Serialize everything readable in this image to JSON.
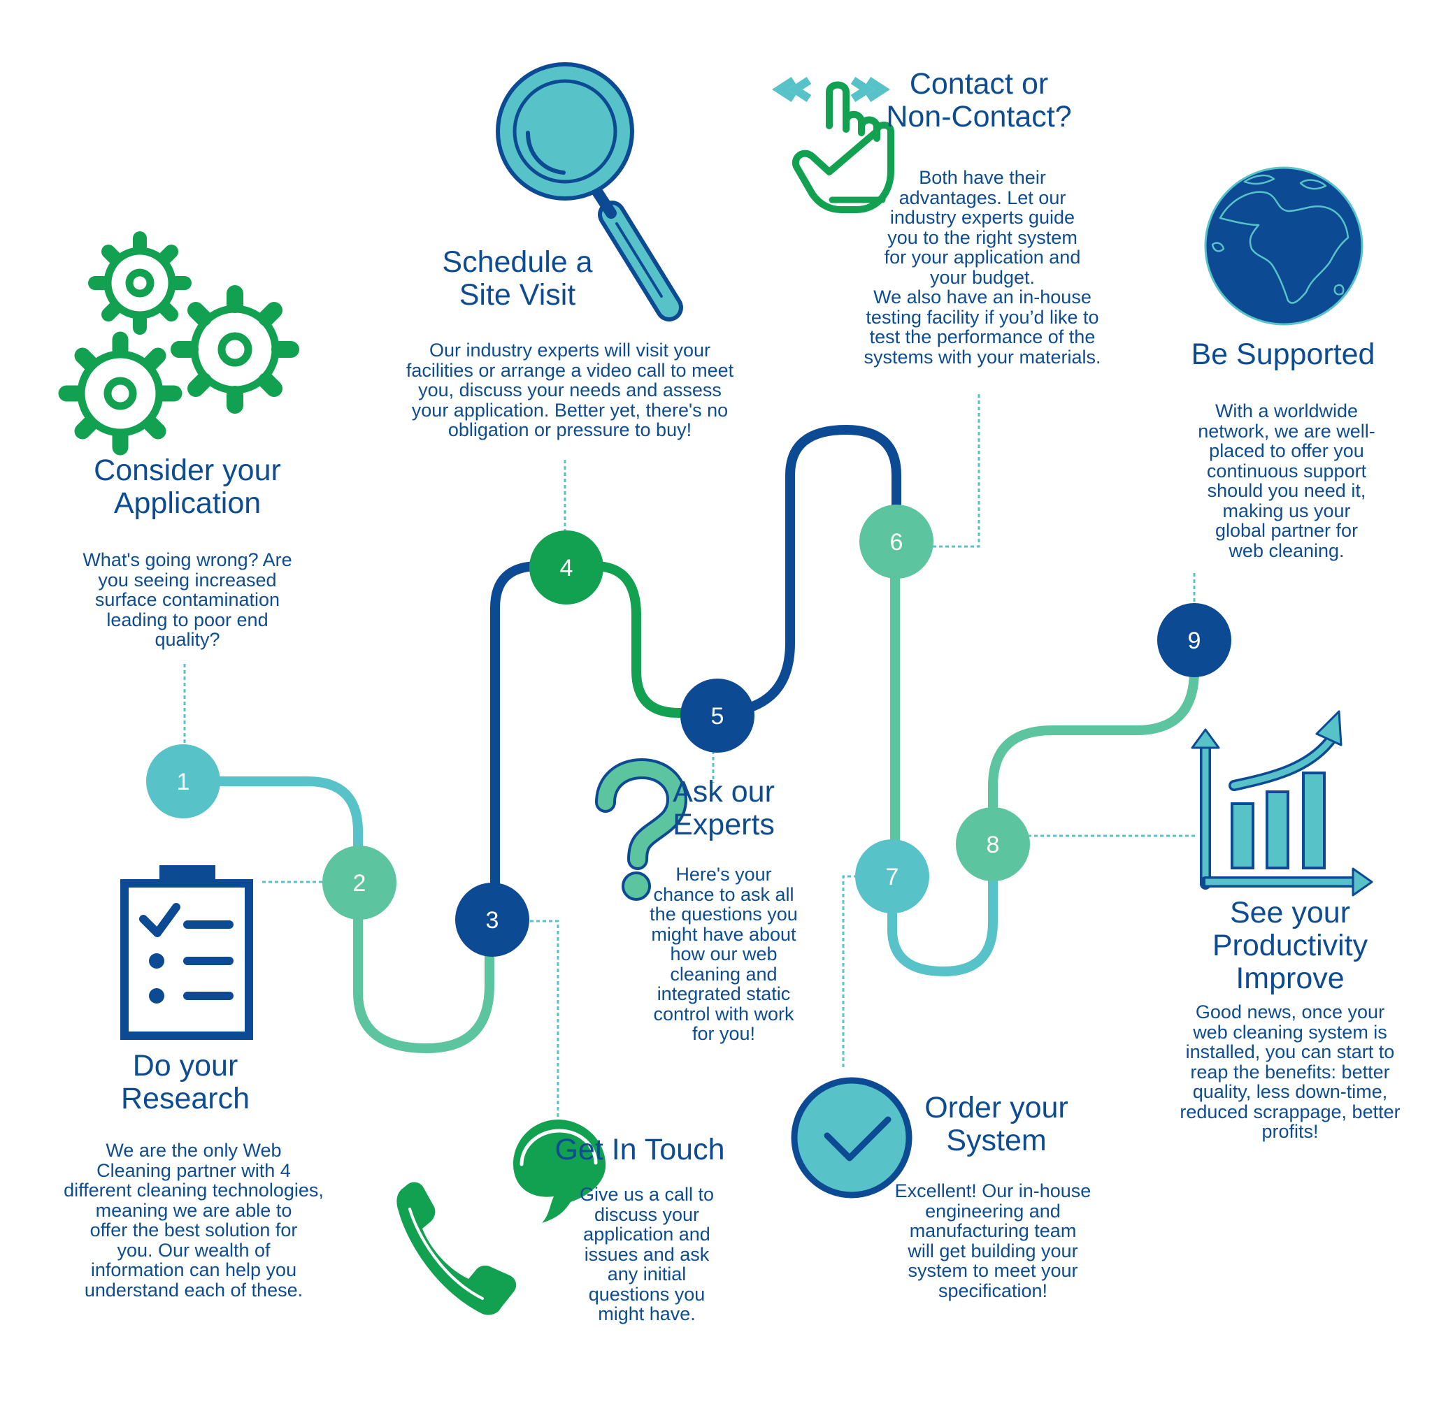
{
  "colors": {
    "navy": "#0e4c92",
    "teal": "#57c2c8",
    "green": "#12a150",
    "mint": "#5cc49e",
    "dark_blue": "#0d4a94"
  },
  "steps": [
    {
      "number": "1",
      "title_lines": [
        "Consider your",
        "Application"
      ],
      "body_lines": [
        "What's going wrong? Are",
        "you seeing increased",
        "surface contamination",
        "leading to poor end",
        "quality?"
      ],
      "icon": "gears-icon"
    },
    {
      "number": "2",
      "title_lines": [
        "Do your",
        "Research"
      ],
      "body_lines": [
        "We are the only Web",
        "Cleaning partner with 4",
        "different cleaning technologies,",
        "meaning we are able to",
        "offer the best solution for",
        "you. Our wealth of",
        "information can help you",
        "understand each of these."
      ],
      "icon": "clipboard-checklist-icon"
    },
    {
      "number": "3",
      "title_lines": [
        "Get In Touch"
      ],
      "body_lines": [
        "Give us a call to",
        "discuss your",
        "application and",
        "issues and ask",
        "any initial",
        "questions you",
        "might have."
      ],
      "icon": "phone-chat-icon"
    },
    {
      "number": "4",
      "title_lines": [
        "Schedule a",
        "Site Visit"
      ],
      "body_lines": [
        "Our industry experts will visit your",
        "facilities or arrange a video call to meet",
        "you, discuss your needs and assess",
        "your application. Better yet, there's no",
        "obligation or pressure to buy!"
      ],
      "icon": "magnifying-glass-icon"
    },
    {
      "number": "5",
      "title_lines": [
        "Ask our",
        "Experts"
      ],
      "body_lines": [
        "Here's your",
        "chance to ask all",
        "the questions you",
        "might have about",
        "how our web",
        "cleaning and",
        "integrated static",
        "control with work",
        "for you!"
      ],
      "icon": "question-mark-icon"
    },
    {
      "number": "6",
      "title_lines": [
        "Contact or",
        "Non-Contact?"
      ],
      "body_lines": [
        "Both have their",
        "advantages. Let our",
        "industry experts guide",
        "you to the right system",
        "for your application and",
        "your budget.",
        "We also have an in-house",
        "testing facility if you’d like to",
        "test the performance of the",
        "systems with your materials."
      ],
      "icon": "pointing-hand-icon"
    },
    {
      "number": "7",
      "title_lines": [
        "Order your",
        "System"
      ],
      "body_lines": [
        "Excellent! Our in-house",
        "engineering and",
        "manufacturing team",
        "will get building your",
        "system to meet your",
        "specification!"
      ],
      "icon": "checkmark-circle-icon"
    },
    {
      "number": "8",
      "title_lines": [
        "See your",
        "Productivity",
        "Improve"
      ],
      "body_lines": [
        "Good news, once your",
        "web cleaning system is",
        "installed, you can start to",
        "reap the benefits: better",
        "quality, less down-time,",
        "reduced scrappage, better",
        "profits!"
      ],
      "icon": "growth-chart-icon"
    },
    {
      "number": "9",
      "title_lines": [
        "Be Supported"
      ],
      "body_lines": [
        "With a worldwide",
        "network, we are well-",
        "placed to offer you",
        "continuous support",
        "should you need it,",
        "making us your",
        "global partner for",
        "web cleaning."
      ],
      "icon": "globe-icon"
    }
  ]
}
